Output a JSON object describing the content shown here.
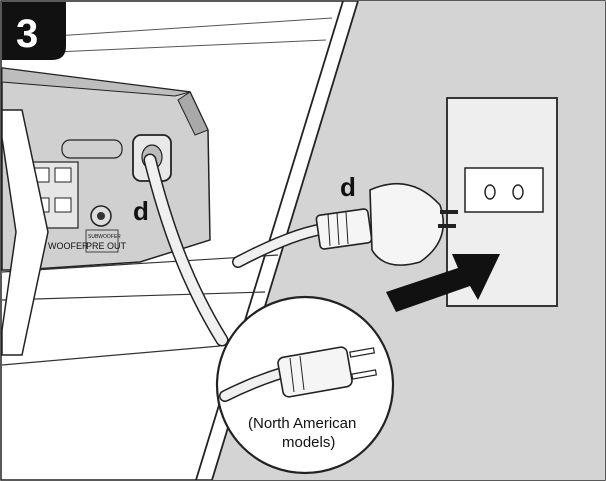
{
  "step_number": "3",
  "callout_label": "d",
  "port_labels": {
    "woofer": "WOOFER",
    "subwoofer_small": "SUBWOOFER",
    "pre_out": "PRE OUT",
    "bracket": "[?"
  },
  "inset_note": {
    "line1": "(North American",
    "line2": "models)"
  },
  "colors": {
    "badge": "#111111",
    "wall": "#d4d4d4",
    "receiver_panel": "#cfcfcf",
    "outline": "#1a1a1a"
  }
}
